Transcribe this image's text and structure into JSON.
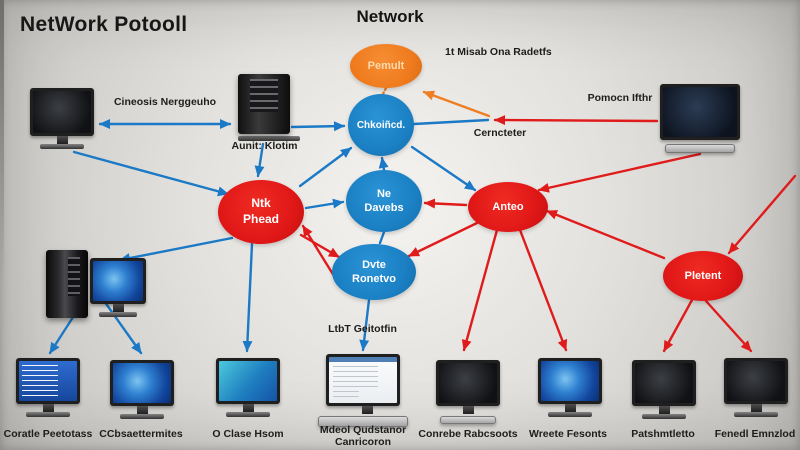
{
  "titles": {
    "main": "NetWork Potooll",
    "center": "Network"
  },
  "colors": {
    "node_blue": "#1b80c4",
    "node_red": "#e01717",
    "node_orange": "#ef7b1e",
    "arrow_blue": "#1b79c6",
    "arrow_red": "#e01b1b",
    "arrow_orange": "#ef7d22",
    "background": "#d9d7d3"
  },
  "nodes": [
    {
      "id": "pemult",
      "label": "Pemult",
      "color": "orange"
    },
    {
      "id": "chkoincd",
      "label": "Chkoiñcd.",
      "color": "blue"
    },
    {
      "id": "ne-davebs",
      "label": "Ne\nDavebs",
      "color": "blue"
    },
    {
      "id": "dvte-ronetvo",
      "label": "Dvte\nRonetvo",
      "color": "blue"
    },
    {
      "id": "ntk-phead",
      "label": "Ntk\nPhead",
      "color": "red"
    },
    {
      "id": "anteo",
      "label": "Anteo",
      "color": "red"
    },
    {
      "id": "pletent",
      "label": "Pletent",
      "color": "red"
    }
  ],
  "edge_labels": {
    "cineosis": "Cineosis Nerggeuho",
    "aunit": "Aunit: Klotim",
    "misab": "1t Misab Ona Radetfs",
    "cerncteter": "Cerncteter",
    "pomocn": "Pomocn Ifthr",
    "ltbt": "LtbT Geitotfin"
  },
  "bottom_labels": [
    "Coratle Peetotass",
    "CCbsaettermites",
    "O Clase Hsom",
    "Mdeol Qudstanor\nCanricoron",
    "Conrebe Rabcsoots",
    "Wreete Fesonts",
    "Patshmtletto",
    "Fenedl Emnzlod"
  ]
}
